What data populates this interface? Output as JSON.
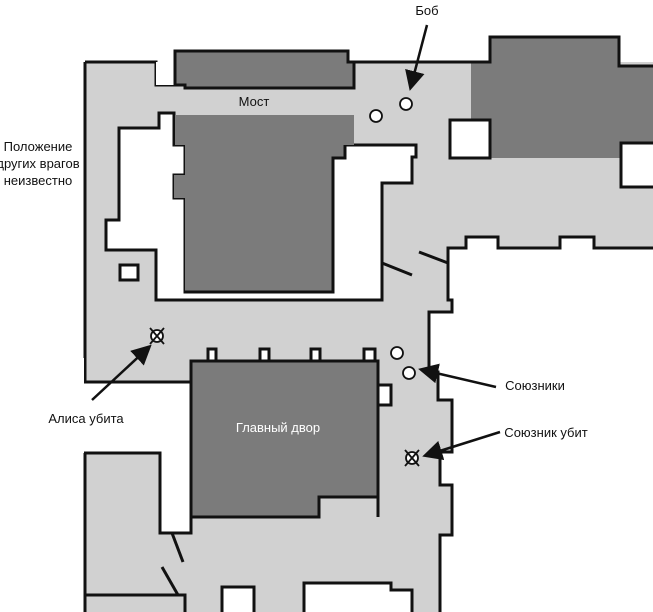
{
  "labels": {
    "bob": "Боб",
    "bridge": "Мост",
    "unknown_enemies": [
      "Положение",
      "других врагов",
      "неизвестно"
    ],
    "alice_killed": "Алиса убита",
    "allies": "Союзники",
    "ally_killed": "Союзник убит",
    "main_yard": "Главный двор"
  },
  "colors": {
    "floor": "#d1d1d1",
    "building": "#7b7b7b",
    "wall": "#111111"
  }
}
